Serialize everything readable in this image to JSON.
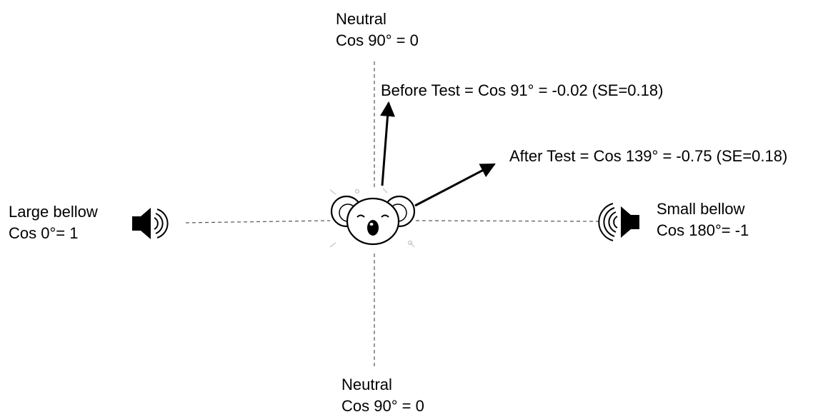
{
  "labels": {
    "top": {
      "title": "Neutral",
      "value": "Cos 90° = 0"
    },
    "bottom": {
      "title": "Neutral",
      "value": "Cos 90° = 0"
    },
    "left": {
      "title": "Large bellow",
      "value": "Cos 0°= 1"
    },
    "right": {
      "title": "Small bellow",
      "value": "Cos 180°= -1"
    }
  },
  "vectors": {
    "before": {
      "text": "Before Test = Cos 91° = -0.02 (SE=0.18)",
      "angle_deg": 91,
      "cosine": -0.02,
      "se": 0.18
    },
    "after": {
      "text": "After Test = Cos 139° = -0.75 (SE=0.18)",
      "angle_deg": 139,
      "cosine": -0.75,
      "se": 0.18
    }
  },
  "icons": {
    "left": "speaker-icon",
    "right": "speaker-icon",
    "center": "koala-icon"
  },
  "colors": {
    "ink": "#000000",
    "face": "#ffffff",
    "guide": "#555555"
  }
}
